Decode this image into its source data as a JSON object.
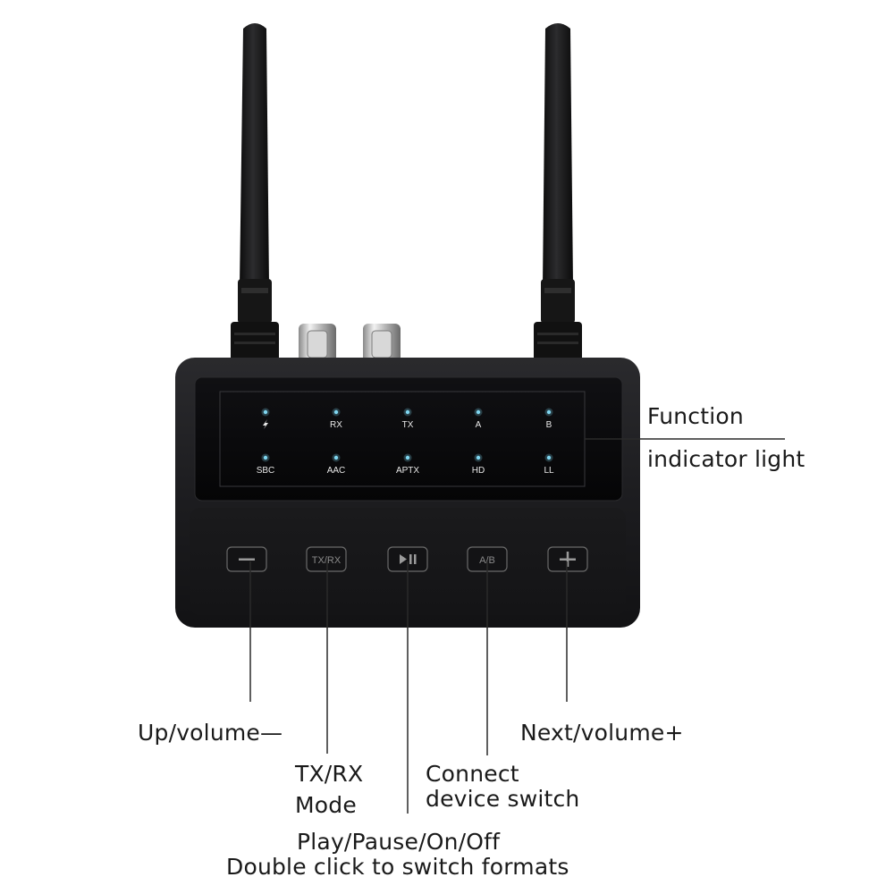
{
  "indicators": {
    "row1": [
      {
        "label": "",
        "icon": "lightning-icon"
      },
      {
        "label": "RX"
      },
      {
        "label": "TX"
      },
      {
        "label": "A"
      },
      {
        "label": "B"
      }
    ],
    "row2": [
      {
        "label": "SBC"
      },
      {
        "label": "AAC"
      },
      {
        "label": "APTX"
      },
      {
        "label": "HD"
      },
      {
        "label": "LL"
      }
    ],
    "led_color": "#7fd6f0"
  },
  "buttons": [
    {
      "id": "minus",
      "glyph": "",
      "icon": "minus-icon"
    },
    {
      "id": "txrx",
      "glyph": "TX/RX"
    },
    {
      "id": "play",
      "glyph": "",
      "icon": "play-pause-icon"
    },
    {
      "id": "ab",
      "glyph": "A/B"
    },
    {
      "id": "plus",
      "glyph": "",
      "icon": "plus-icon"
    }
  ],
  "callouts": {
    "function_line1": "Function",
    "function_line2": "indicator light",
    "up_volume": "Up/volume—",
    "txrx_line1": "TX/RX",
    "txrx_line2": "Mode",
    "connect_line1": "Connect",
    "connect_line2": "device switch",
    "next_volume": "Next/volume+",
    "play_line1": "Play/Pause/On/Off",
    "play_line2": "Double click to switch formats"
  },
  "colors": {
    "body": "#1b1b1d",
    "panel": "#0a0a0c",
    "line": "#2a2a2a"
  }
}
